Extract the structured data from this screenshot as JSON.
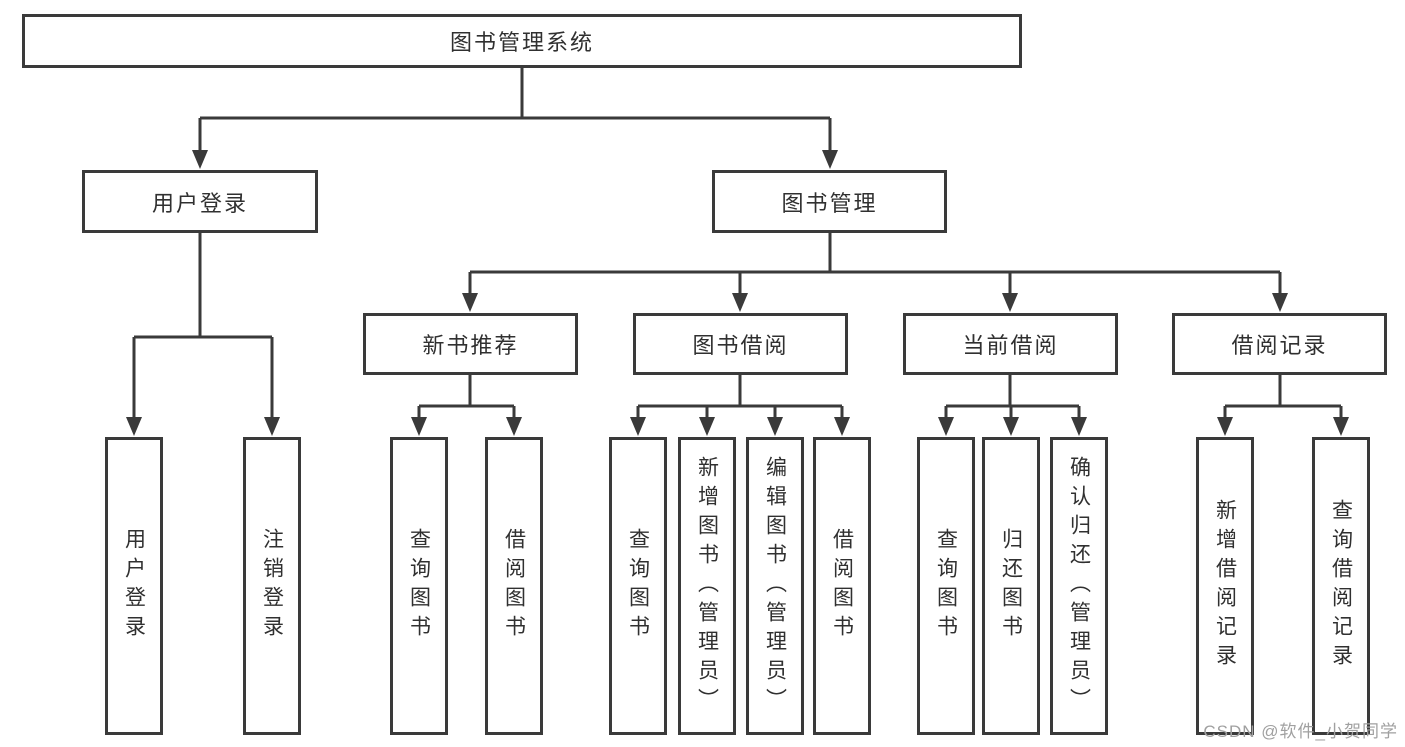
{
  "nodes": {
    "root": "图书管理系统",
    "user_login": "用户登录",
    "book_management": "图书管理",
    "new_book": "新书推荐",
    "book_borrow": "图书借阅",
    "current_borrow": "当前借阅",
    "borrow_record": "借阅记录"
  },
  "leaves": {
    "user_login": "用户登录",
    "logout": "注销登录",
    "new_book_query": "查询图书",
    "new_book_borrow": "借阅图书",
    "borrow_query": "查询图书",
    "borrow_add": "新增图书（管理员）",
    "borrow_edit": "编辑图书（管理员）",
    "borrow_borrow": "借阅图书",
    "current_query": "查询图书",
    "current_return": "归还图书",
    "current_confirm": "确认归还（管理员）",
    "record_add": "新增借阅记录",
    "record_query": "查询借阅记录"
  },
  "watermark": "CSDN @软件_小贺同学",
  "colors": {
    "line": "#3a3a3a",
    "text": "#303030",
    "background": "#ffffff",
    "watermark": "#a0a0a0"
  }
}
